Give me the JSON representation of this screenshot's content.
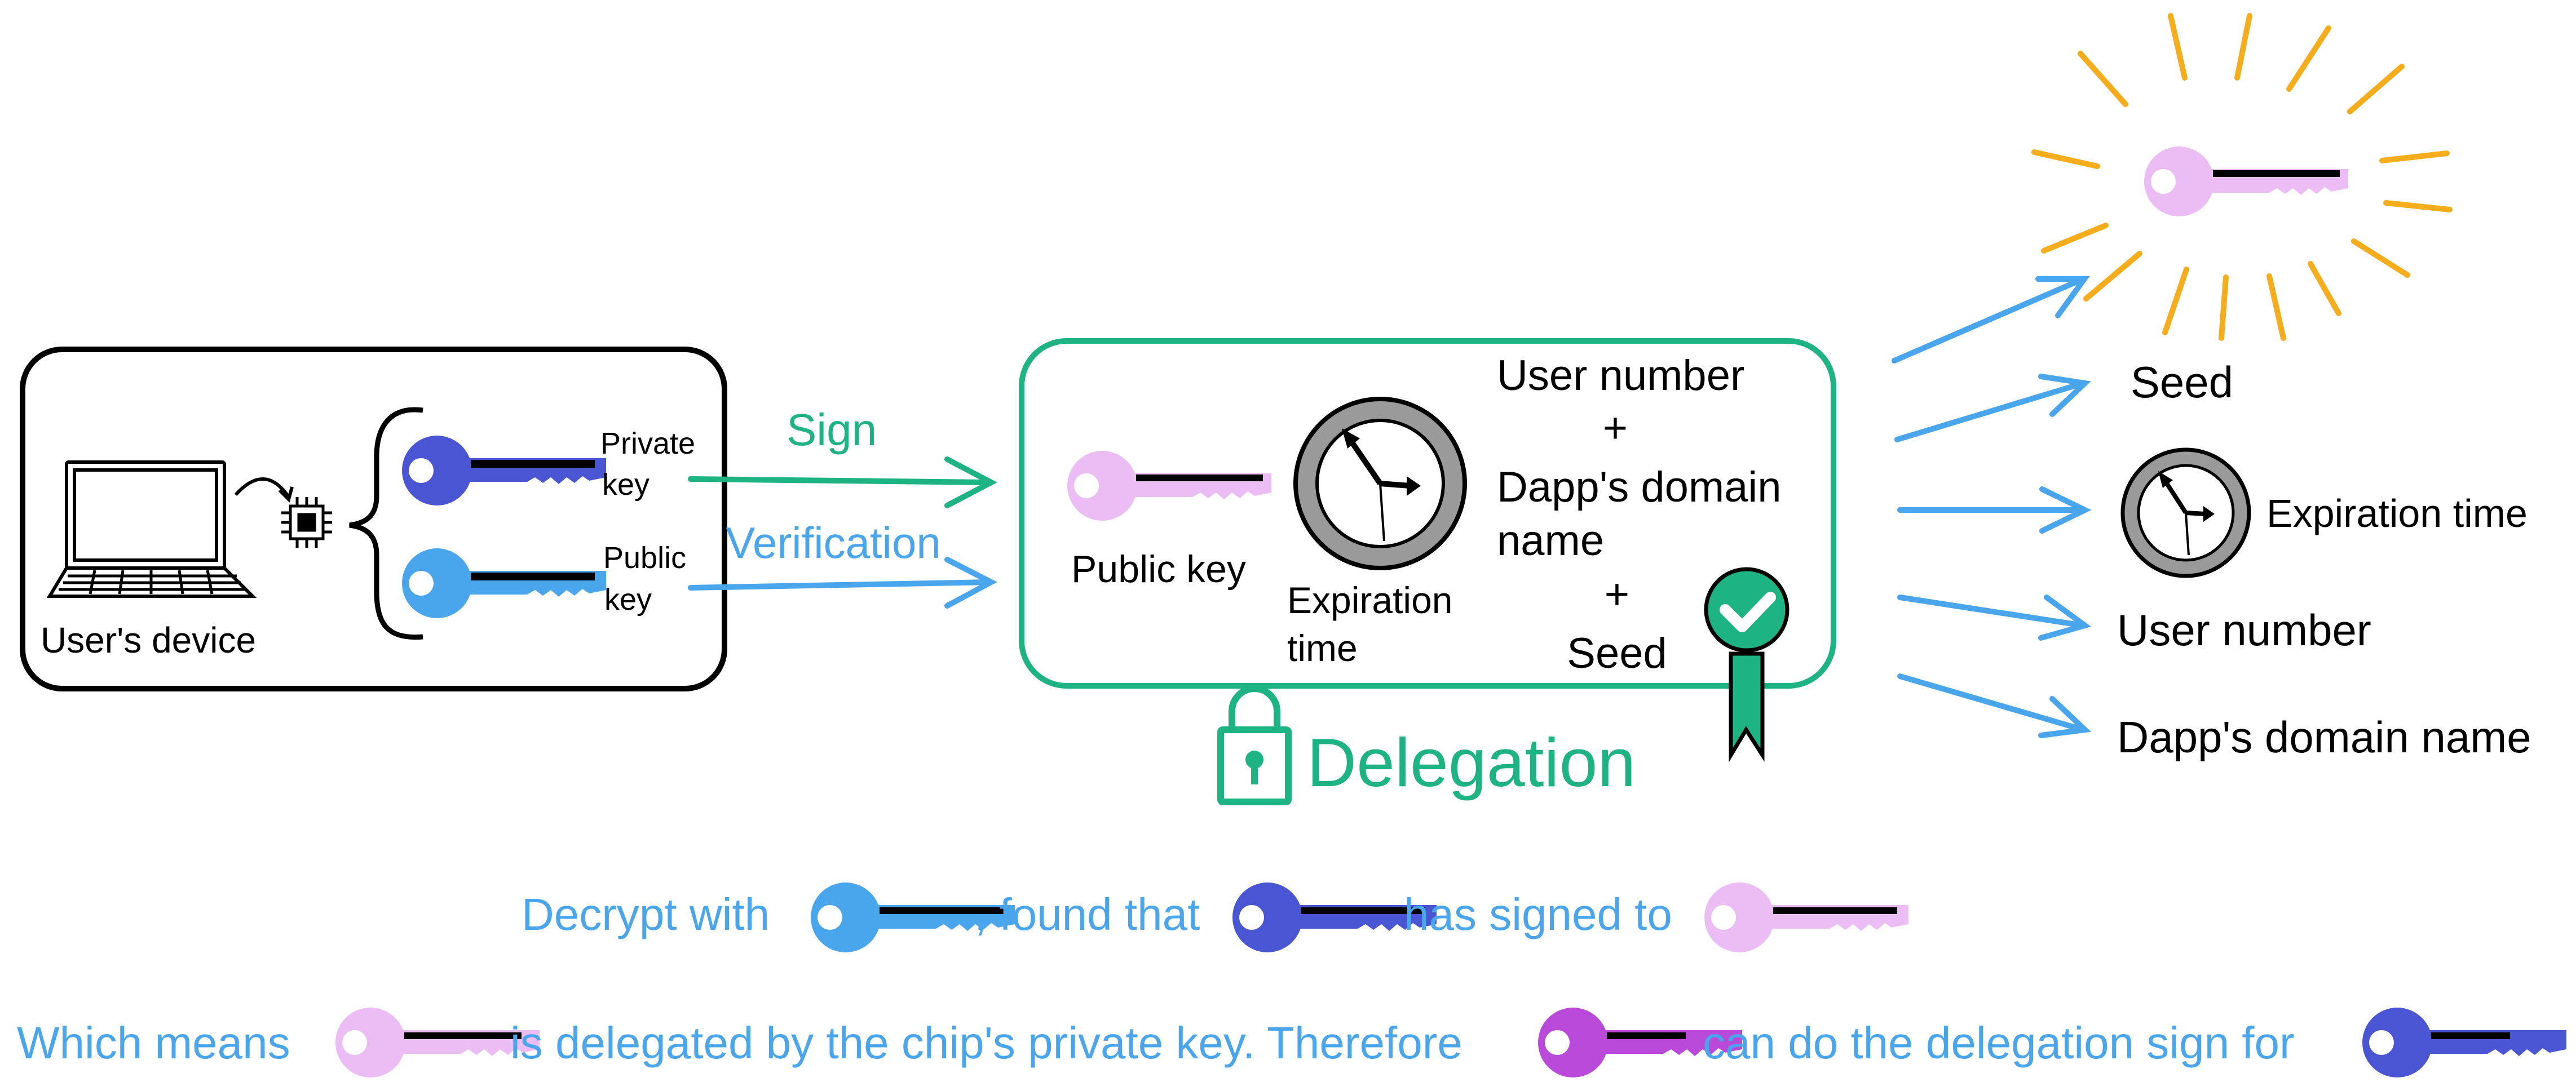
{
  "colors": {
    "green": "#1db382",
    "blue": "#4aa6ec",
    "dark_blue": "#4a55d4",
    "pink": "#ecbcf5",
    "purple": "#b94ad9",
    "orange": "#f5ad1b",
    "black": "#000000",
    "clock_rim": "#9a9a9a"
  },
  "device": {
    "label": "User's device",
    "private_key_label_1": "Private",
    "private_key_label_2": "key",
    "public_key_label_1": "Public",
    "public_key_label_2": "key"
  },
  "arrows": {
    "sign_label": "Sign",
    "verification_label": "Verification"
  },
  "delegation": {
    "title": "Delegation",
    "public_key_label": "Public key",
    "expiration_label_1": "Expiration",
    "expiration_label_2": "time",
    "user_number": "User number",
    "plus_1": "+",
    "dapp_domain_1": "Dapp's domain",
    "dapp_domain_2": "name",
    "plus_2": "+",
    "seed": "Seed"
  },
  "outputs": {
    "seed": "Seed",
    "expiration_time": "Expiration time",
    "user_number": "User number",
    "dapp_domain": "Dapp's domain name"
  },
  "footer": {
    "line1_a": "Decrypt with",
    "line1_b": ", found that",
    "line1_c": "has signed to",
    "line2_a": "Which means",
    "line2_b": "is delegated by the chip's private key. Therefore",
    "line2_c": "can do the delegation sign for"
  }
}
